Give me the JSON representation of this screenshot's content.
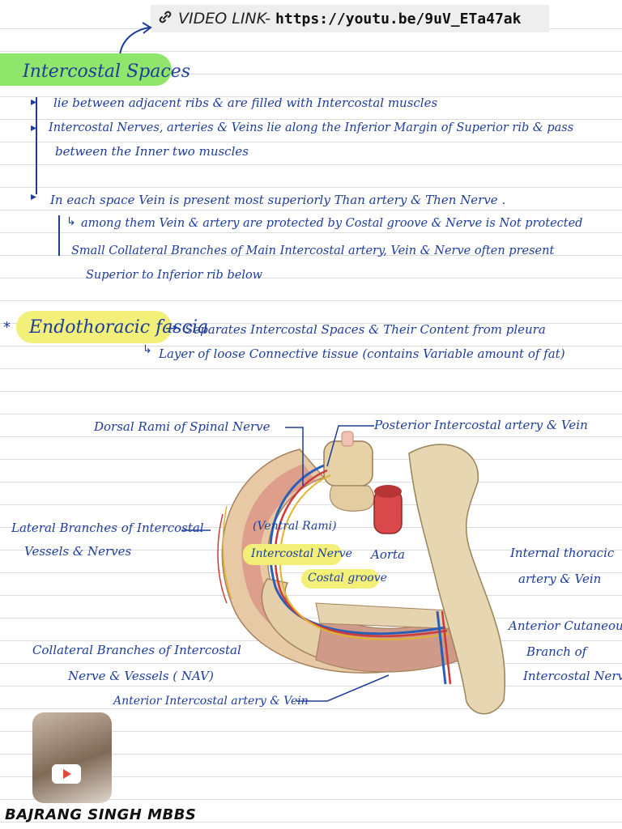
{
  "video": {
    "label": "VIDEO LINK-",
    "url": "https://youtu.be/9uV_ETa47ak"
  },
  "section1": {
    "title": "Intercostal Spaces",
    "points": [
      "lie between adjacent ribs & are filled with Intercostal muscles",
      "Intercostal Nerves, arteries & Veins  lie along the Inferior Margin of Superior rib & pass",
      "between the Inner two muscles",
      "In each space Vein is present most superiorly Than artery & Then Nerve .",
      "among them Vein & artery are protected by Costal groove & Nerve is Not protected",
      "Small Collateral Branches of Main Intercostal artery, Vein & Nerve often present",
      "Superior to Inferior rib below"
    ]
  },
  "section2": {
    "title": "Endothoracic fascia",
    "line1": "Separates Intercostal Spaces & Their Content from pleura",
    "line2": "Layer of loose Connective tissue (contains Variable amount of fat)"
  },
  "diagram": {
    "labels": {
      "dorsal_rami": "Dorsal Rami of Spinal Nerve",
      "posterior_ic": "Posterior Intercostal artery & Vein",
      "lateral_branches_1": "Lateral Branches of Intercostal",
      "lateral_branches_2": "Vessels & Nerves",
      "ventral_rami": "(Ventral Rami)",
      "intercostal_nerve": "Intercostal Nerve",
      "aorta": "Aorta",
      "costal_groove": "Costal groove",
      "internal_thoracic_1": "Internal thoracic",
      "internal_thoracic_2": "artery & Vein",
      "anterior_cutaneous_1": "Anterior Cutaneous",
      "anterior_cutaneous_2": "Branch of",
      "anterior_cutaneous_3": "Intercostal Nerve",
      "collateral_1": "Collateral Branches of Intercostal",
      "collateral_2": "Nerve & Vessels ( NAV)",
      "anterior_ic": "Anterior Intercostal artery & Vein"
    }
  },
  "author": {
    "name": "BAJRANG SINGH MBBS"
  },
  "colors": {
    "ink": "#1e3d9a",
    "highlight_green": "#8fe66a",
    "highlight_yellow": "#f3f07a"
  }
}
